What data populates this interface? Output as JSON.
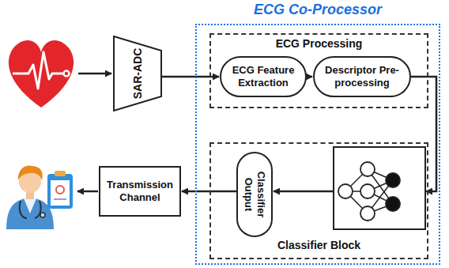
{
  "diagram": {
    "nodes": [
      {
        "text": [
          "SAR-ADC"
        ]
      },
      {
        "text": [
          "ECG Co-Processor"
        ]
      },
      {
        "text": [
          "ECG Processing"
        ],
        "in": 1
      },
      {
        "text": [
          "ECG Feature Extraction"
        ],
        "in": 2
      },
      {
        "text": [
          "Descriptor Pre-processing"
        ],
        "in": 2
      },
      {
        "text": [
          "Classifier Block"
        ],
        "in": 1
      },
      {
        "text": [
          "Classifier Output"
        ],
        "in": 5
      },
      {
        "text": [
          "Transmission Channel"
        ]
      }
    ],
    "edges": [
      {
        "from": 0,
        "to": 3,
        "arrow": "to"
      },
      {
        "from": 3,
        "to": 4,
        "arrow": "to"
      },
      {
        "from": 4,
        "to": 6,
        "arrow": "to"
      },
      {
        "from": 6,
        "to": 7,
        "arrow": "to"
      }
    ]
  }
}
